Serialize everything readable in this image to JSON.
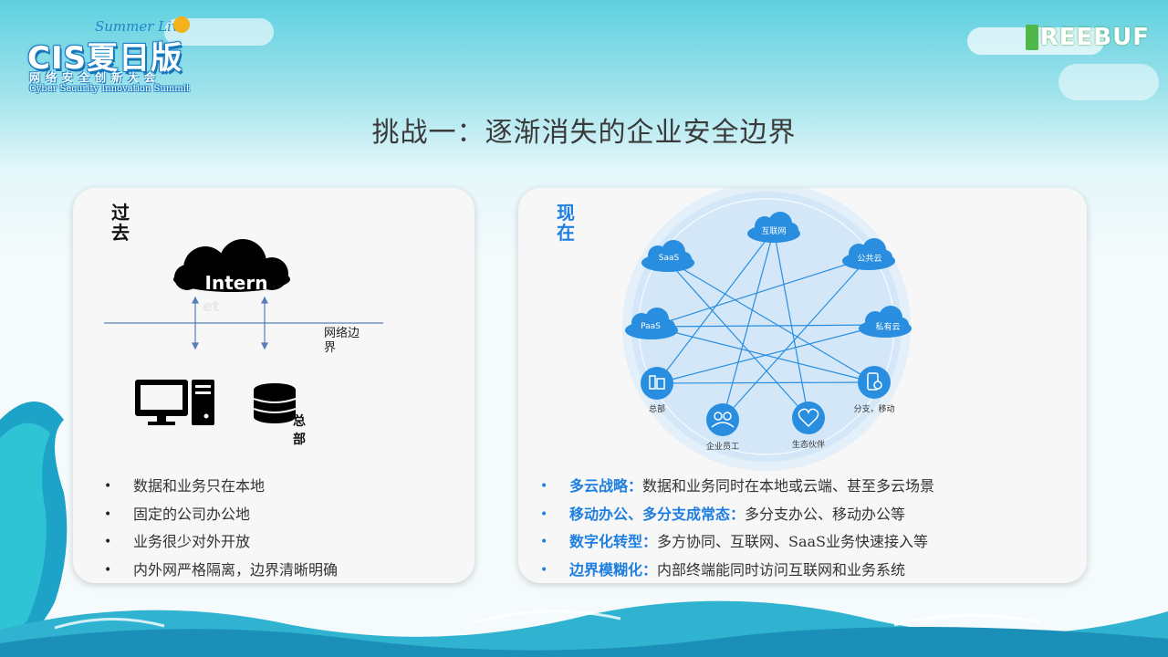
{
  "logo_left": {
    "summer": "Summer Live",
    "main": "CIS夏日版",
    "cn": "网络安全创新大会",
    "en": "Cyber Security Innovation Summit"
  },
  "logo_right": {
    "text": "REEBUF"
  },
  "title": "挑战一：逐渐消失的企业安全边界",
  "past": {
    "heading": "过去",
    "cloud_label": "Intern",
    "cloud_label_overflow": "et",
    "boundary_label": "网络边界",
    "hq_label": "总部",
    "bullets": [
      "数据和业务只在本地",
      "固定的公司办公地",
      "业务很少对外开放",
      "内外网严格隔离，边界清晰明确"
    ]
  },
  "now": {
    "heading": "现在",
    "nodes": {
      "internet": "互联网",
      "saas": "SaaS",
      "public_cloud": "公共云",
      "paas": "PaaS",
      "private_cloud": "私有云",
      "hq": "总部",
      "branch": "分支，移动",
      "employee": "企业员工",
      "partner": "生态伙伴"
    },
    "bullets": [
      {
        "keyword": "多云战略：",
        "text": "数据和业务同时在本地或云端、甚至多云场景"
      },
      {
        "keyword": "移动办公、多分支成常态：",
        "text": "多分支办公、移动办公等"
      },
      {
        "keyword": "数字化转型：",
        "text": "多方协同、互联网、SaaS业务快速接入等"
      },
      {
        "keyword": "边界模糊化：",
        "text": "内部终端能同时访问互联网和业务系统"
      }
    ]
  },
  "colors": {
    "accent_blue": "#1f7fe0",
    "node_blue": "#2a8ee0",
    "line_blue": "#2a8ee0",
    "circle_fill": "#d3e7f8"
  }
}
